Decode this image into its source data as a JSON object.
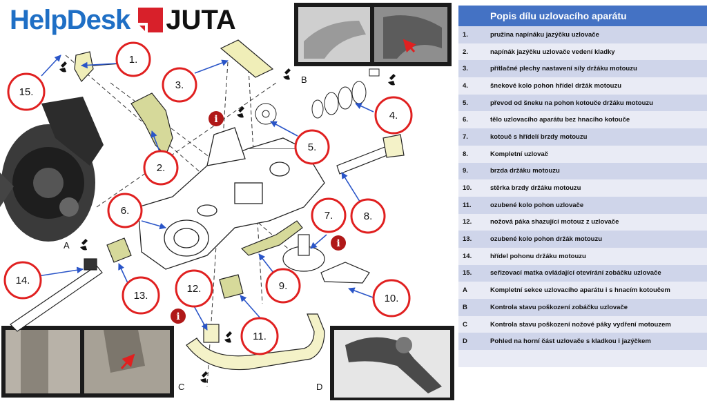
{
  "logo": {
    "left": "HelpDesk",
    "right": "JUTA"
  },
  "table": {
    "title": "Popis dílu uzlovacího aparátu",
    "rows": [
      {
        "num": "1.",
        "desc": "pružina napínáku jazýčku uzlovače"
      },
      {
        "num": "2.",
        "desc": "napínák jazýčku uzlovače vedení kladky"
      },
      {
        "num": "3.",
        "desc": "přítlačné plechy nastavení síly držáku motouzu"
      },
      {
        "num": "4.",
        "desc": "šnekové kolo pohon hřídel držák motouzu"
      },
      {
        "num": "5.",
        "desc": "převod od šneku na pohon kotouče držáku motouzu"
      },
      {
        "num": "6.",
        "desc": "tělo uzlovacího aparátu bez hnacího kotouče"
      },
      {
        "num": "7.",
        "desc": "kotouč s hřídelí brzdy motouzu"
      },
      {
        "num": "8.",
        "desc": "Kompletní uzlovač"
      },
      {
        "num": "9.",
        "desc": "brzda držáku motouzu"
      },
      {
        "num": "10.",
        "desc": "stěrka brzdy držáku motouzu"
      },
      {
        "num": "11.",
        "desc": "ozubené kolo pohon uzlovače"
      },
      {
        "num": "12.",
        "desc": "nožová páka shazující motouz z uzlovače"
      },
      {
        "num": "13.",
        "desc": "ozubené kolo pohon držák motouzu"
      },
      {
        "num": "14.",
        "desc": "hřídel pohonu držáku motouzu"
      },
      {
        "num": "15.",
        "desc": "seřizovací matka ovládající otevírání zobáčku uzlovače"
      },
      {
        "num": "A",
        "desc": "Kompletní sekce uzlovacího aparátu i s hnacím kotoučem"
      },
      {
        "num": "B",
        "desc": "Kontrola stavu poškození zobáčku uzlovače"
      },
      {
        "num": "C",
        "desc": "Kontrola stavu poškození nožové páky vydření motouzem"
      },
      {
        "num": "D",
        "desc": "Pohled na horní část uzlovače s kladkou i jazýčkem"
      },
      {
        "num": "",
        "desc": ""
      }
    ]
  },
  "callouts": [
    "1.",
    "2.",
    "3.",
    "4.",
    "5.",
    "6.",
    "7.",
    "8.",
    "9.",
    "10.",
    "11.",
    "12.",
    "13.",
    "14.",
    "15."
  ],
  "letters": [
    "A",
    "B",
    "C",
    "D"
  ],
  "colors": {
    "accent": "#4472c4",
    "callout_ring": "#e02020",
    "arrow": "#2a55c8",
    "info": "#b01818"
  },
  "icons": [
    "wrench-hand-icon",
    "info-icon",
    "juta-logo-mark"
  ]
}
